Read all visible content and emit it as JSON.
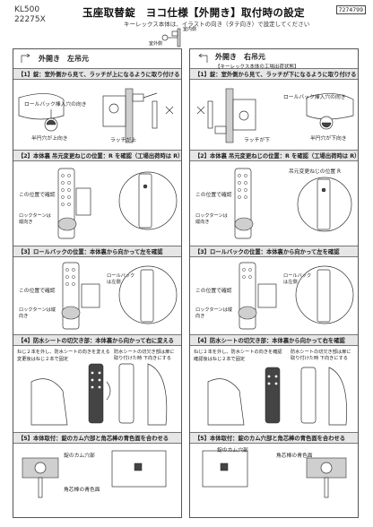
{
  "header": {
    "model_line1": "KL500",
    "model_line2": "22275X",
    "title": "玉座取替錠　ヨコ仕様【外開き】取付時の設定",
    "doc_code": "7274799",
    "subtitle": "キーレックス本体は、イラストの向き（タテ向き）で設定してください",
    "label_indoor": "室内側",
    "label_outdoor": "室外側"
  },
  "left": {
    "heading": "外開き　左吊元",
    "heading_note": "",
    "step1": "【1】錠：室外側から見て、ラッチが上になるように取り付ける",
    "step1_a": "ロールバック挿入穴の向き",
    "step1_b": "半円穴が上向き",
    "step1_c": "ラッチが上",
    "step2": "【2】本体裏 吊元変更ねじの位置：R を確認（工場出荷時は R）",
    "step2_a": "この位置で確認",
    "step2_b": "ロックターンは縦向き",
    "step3": "【3】ロールバックの位置：本体裏から向かって左を確認",
    "step3_a": "ロールバックは左側",
    "step3_b": "この位置で確認",
    "step3_c": "ロックターンは縦向き",
    "step4": "【4】防水シートの切欠き部：本体裏から向かって右に変える",
    "step4_a": "ねじ２本を外し、防水シートの向きを変える",
    "step4_b": "変更後はねじ２本で固定",
    "step4_c": "防水シートの切欠き部は扉に取り付けた時 下向きにする",
    "step5": "【5】本体取付：錠のカム穴部と角芯棒の青色面を合わせる",
    "step5_a": "錠のカム穴部",
    "step5_b": "角芯棒の青色面"
  },
  "right": {
    "heading": "外開き　右吊元",
    "heading_note": "【キーレックス本体の工場出荷状態】",
    "step1": "【1】錠：室外側から見て、ラッチが下になるように取り付ける",
    "step1_a": "ロールバック挿入穴の向き",
    "step1_b": "半円穴が下向き",
    "step1_c": "ラッチが下",
    "step2": "【2】本体裏 吊元変更ねじの位置：R を確認（工場出荷時は R）",
    "step2_a": "吊元変更ねじの位置 R",
    "step2_b": "この位置で確認",
    "step2_c": "ロックターンは縦向き",
    "step3": "【3】ロールバックの位置：本体裏から向かって左を確認",
    "step3_a": "ロールバックは左側",
    "step3_b": "この位置で確認",
    "step3_c": "ロックターンは縦向き",
    "step4": "【4】防水シートの切欠き部：本体裏から向かって右を確認",
    "step4_a": "ねじ２本を外し、防水シートの向きを確認",
    "step4_b": "確認後はねじ２本で固定",
    "step4_c": "防水シートの切欠き部は扉に取り付けた時 下向きにする",
    "step5": "【5】本体取付：錠のカム穴部と角芯棒の青色面を合わせる",
    "step5_a": "錠のカム穴部",
    "step5_b": "角芯棒の青色面"
  }
}
